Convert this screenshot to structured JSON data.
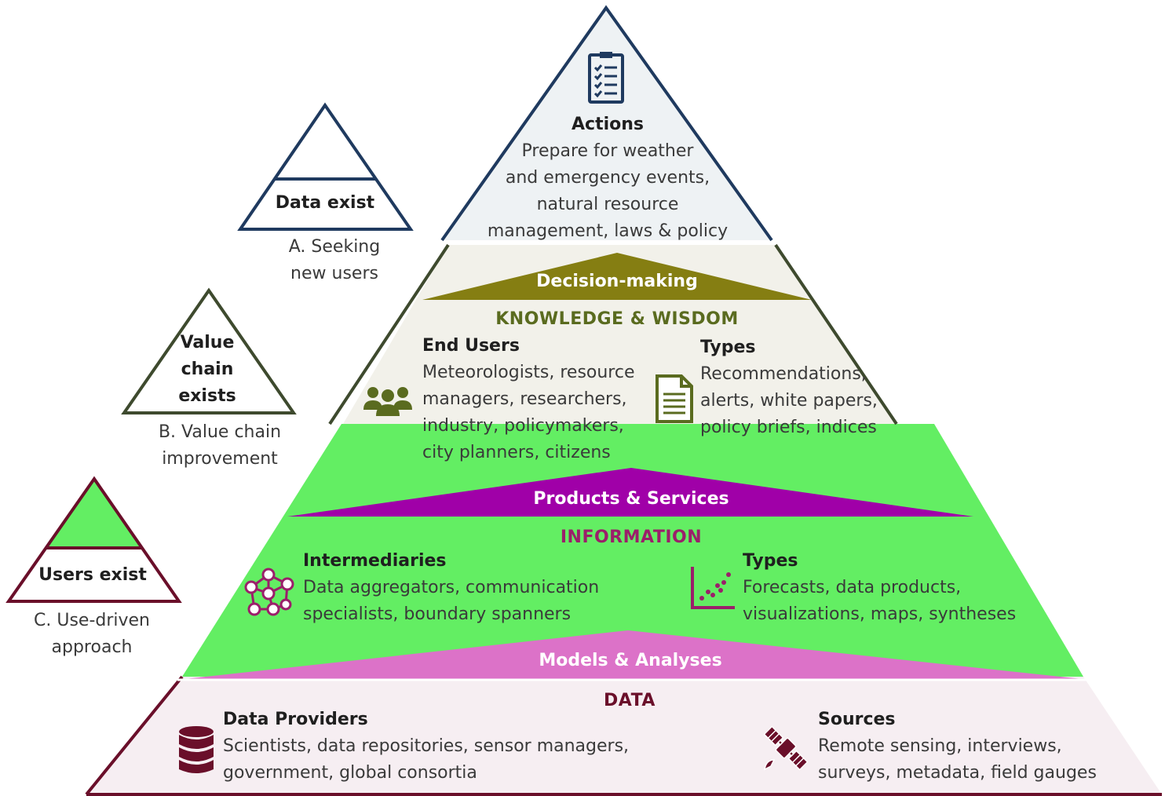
{
  "colors": {
    "navy": "#1f3a5f",
    "actions_fill": "#eef2f4",
    "knowledge_fill": "#f2f1ea",
    "olive": "#857e12",
    "olive_text": "#5a6b1f",
    "green": "#63ee63",
    "purple": "#a000a8",
    "info_text": "#9b1f6a",
    "pink": "#dc72c8",
    "data_fill": "#f6eef2",
    "maroon": "#6a0f2a"
  },
  "small_pyramids": {
    "a": {
      "label": "Data exist",
      "caption": "A. Seeking\nnew users"
    },
    "b": {
      "label": "Value\nchain\nexists",
      "caption": "B. Value chain\nimprovement"
    },
    "c": {
      "label": "Users exist",
      "caption": "C. Use-driven\napproach"
    }
  },
  "actions": {
    "icon": "checklist-icon",
    "title": "Actions",
    "text": "Prepare for weather\nand emergency events,\nnatural resource\nmanagement, laws & policy"
  },
  "bands": {
    "decision": "Decision-making",
    "products": "Products & Services",
    "models": "Models & Analyses"
  },
  "knowledge": {
    "title": "KNOWLEDGE & WISDOM",
    "end_users_icon": "people-group-icon",
    "end_users_title": "End Users",
    "end_users_text": "Meteorologists, resource\nmanagers, researchers,\nindustry, policymakers,\ncity planners, citizens",
    "types_icon": "document-icon",
    "types_title": "Types",
    "types_text": "Recommendations,\nalerts, white papers,\npolicy briefs, indices"
  },
  "information": {
    "title": "INFORMATION",
    "intermediaries_icon": "network-nodes-icon",
    "intermediaries_title": "Intermediaries",
    "intermediaries_text": "Data aggregators, communication\nspecialists, boundary spanners",
    "types_icon": "scatter-plot-icon",
    "types_title": "Types",
    "types_text": "Forecasts, data products,\nvisualizations, maps, syntheses"
  },
  "data": {
    "title": "DATA",
    "providers_icon": "database-icon",
    "providers_title": "Data Providers",
    "providers_text": "Scientists, data repositories, sensor managers,\ngovernment, global consortia",
    "sources_icon": "satellite-icon",
    "sources_title": "Sources",
    "sources_text": "Remote sensing, interviews,\nsurveys, metadata, field gauges"
  }
}
